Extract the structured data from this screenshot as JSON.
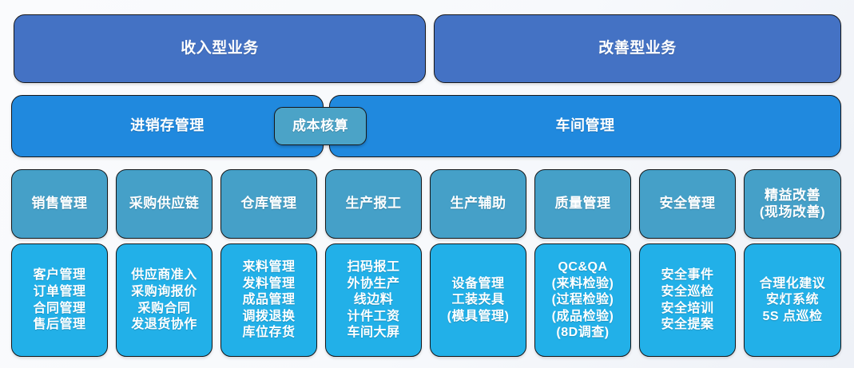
{
  "diagram": {
    "title_row": {
      "items": [
        {
          "label": "收入型业务",
          "name": "revenue-business"
        },
        {
          "label": "改善型业务",
          "name": "improvement-business"
        }
      ]
    },
    "group_row": {
      "items": [
        {
          "label": "进销存管理",
          "name": "inventory-management-group"
        },
        {
          "label": "车间管理",
          "name": "workshop-management-group"
        }
      ],
      "bridge": {
        "label": "成本核算",
        "name": "cost-accounting-bridge"
      }
    },
    "module_row": {
      "items": [
        {
          "label": "销售管理",
          "name": "sales-management"
        },
        {
          "label": "采购供应链",
          "name": "purchasing-supply-chain"
        },
        {
          "label": "仓库管理",
          "name": "warehouse-management"
        },
        {
          "label": "生产报工",
          "name": "production-reporting"
        },
        {
          "label": "生产辅助",
          "name": "production-support"
        },
        {
          "label": "质量管理",
          "name": "quality-management"
        },
        {
          "label": "安全管理",
          "name": "safety-management"
        },
        {
          "label": "精益改善\n(现场改善)",
          "name": "lean-improvement"
        }
      ]
    },
    "feature_row": {
      "items": [
        {
          "name": "sales-management-features",
          "lines": [
            "客户管理",
            "订单管理",
            "合同管理",
            "售后管理"
          ]
        },
        {
          "name": "purchasing-supply-chain-features",
          "lines": [
            "供应商准入",
            "采购询报价",
            "采购合同",
            "发退货协作"
          ]
        },
        {
          "name": "warehouse-management-features",
          "lines": [
            "来料管理",
            "发料管理",
            "成品管理",
            "调拨退换",
            "库位存货"
          ]
        },
        {
          "name": "production-reporting-features",
          "lines": [
            "扫码报工",
            "外协生产",
            "线边料",
            "计件工资",
            "车间大屏"
          ]
        },
        {
          "name": "production-support-features",
          "lines": [
            "设备管理",
            "工装夹具",
            "(模具管理)"
          ]
        },
        {
          "name": "quality-management-features",
          "lines": [
            "QC&QA",
            "(来料检验)",
            "(过程检验)",
            "(成品检验)",
            "(8D调查)"
          ]
        },
        {
          "name": "safety-management-features",
          "lines": [
            "安全事件",
            "安全巡检",
            "安全培训",
            "安全提案"
          ]
        },
        {
          "name": "lean-improvement-features",
          "lines": [
            "合理化建议",
            "安灯系统",
            "5S 点巡检"
          ]
        }
      ]
    },
    "colors": {
      "tier1": "#4472c4",
      "tier2": "#2089de",
      "bridge": "#4ba3c7",
      "tier3": "#45a0c8",
      "tier4": "#22b0e8",
      "border": "#17181a",
      "text": "#ffffff",
      "background": "#f7f9fc"
    }
  }
}
